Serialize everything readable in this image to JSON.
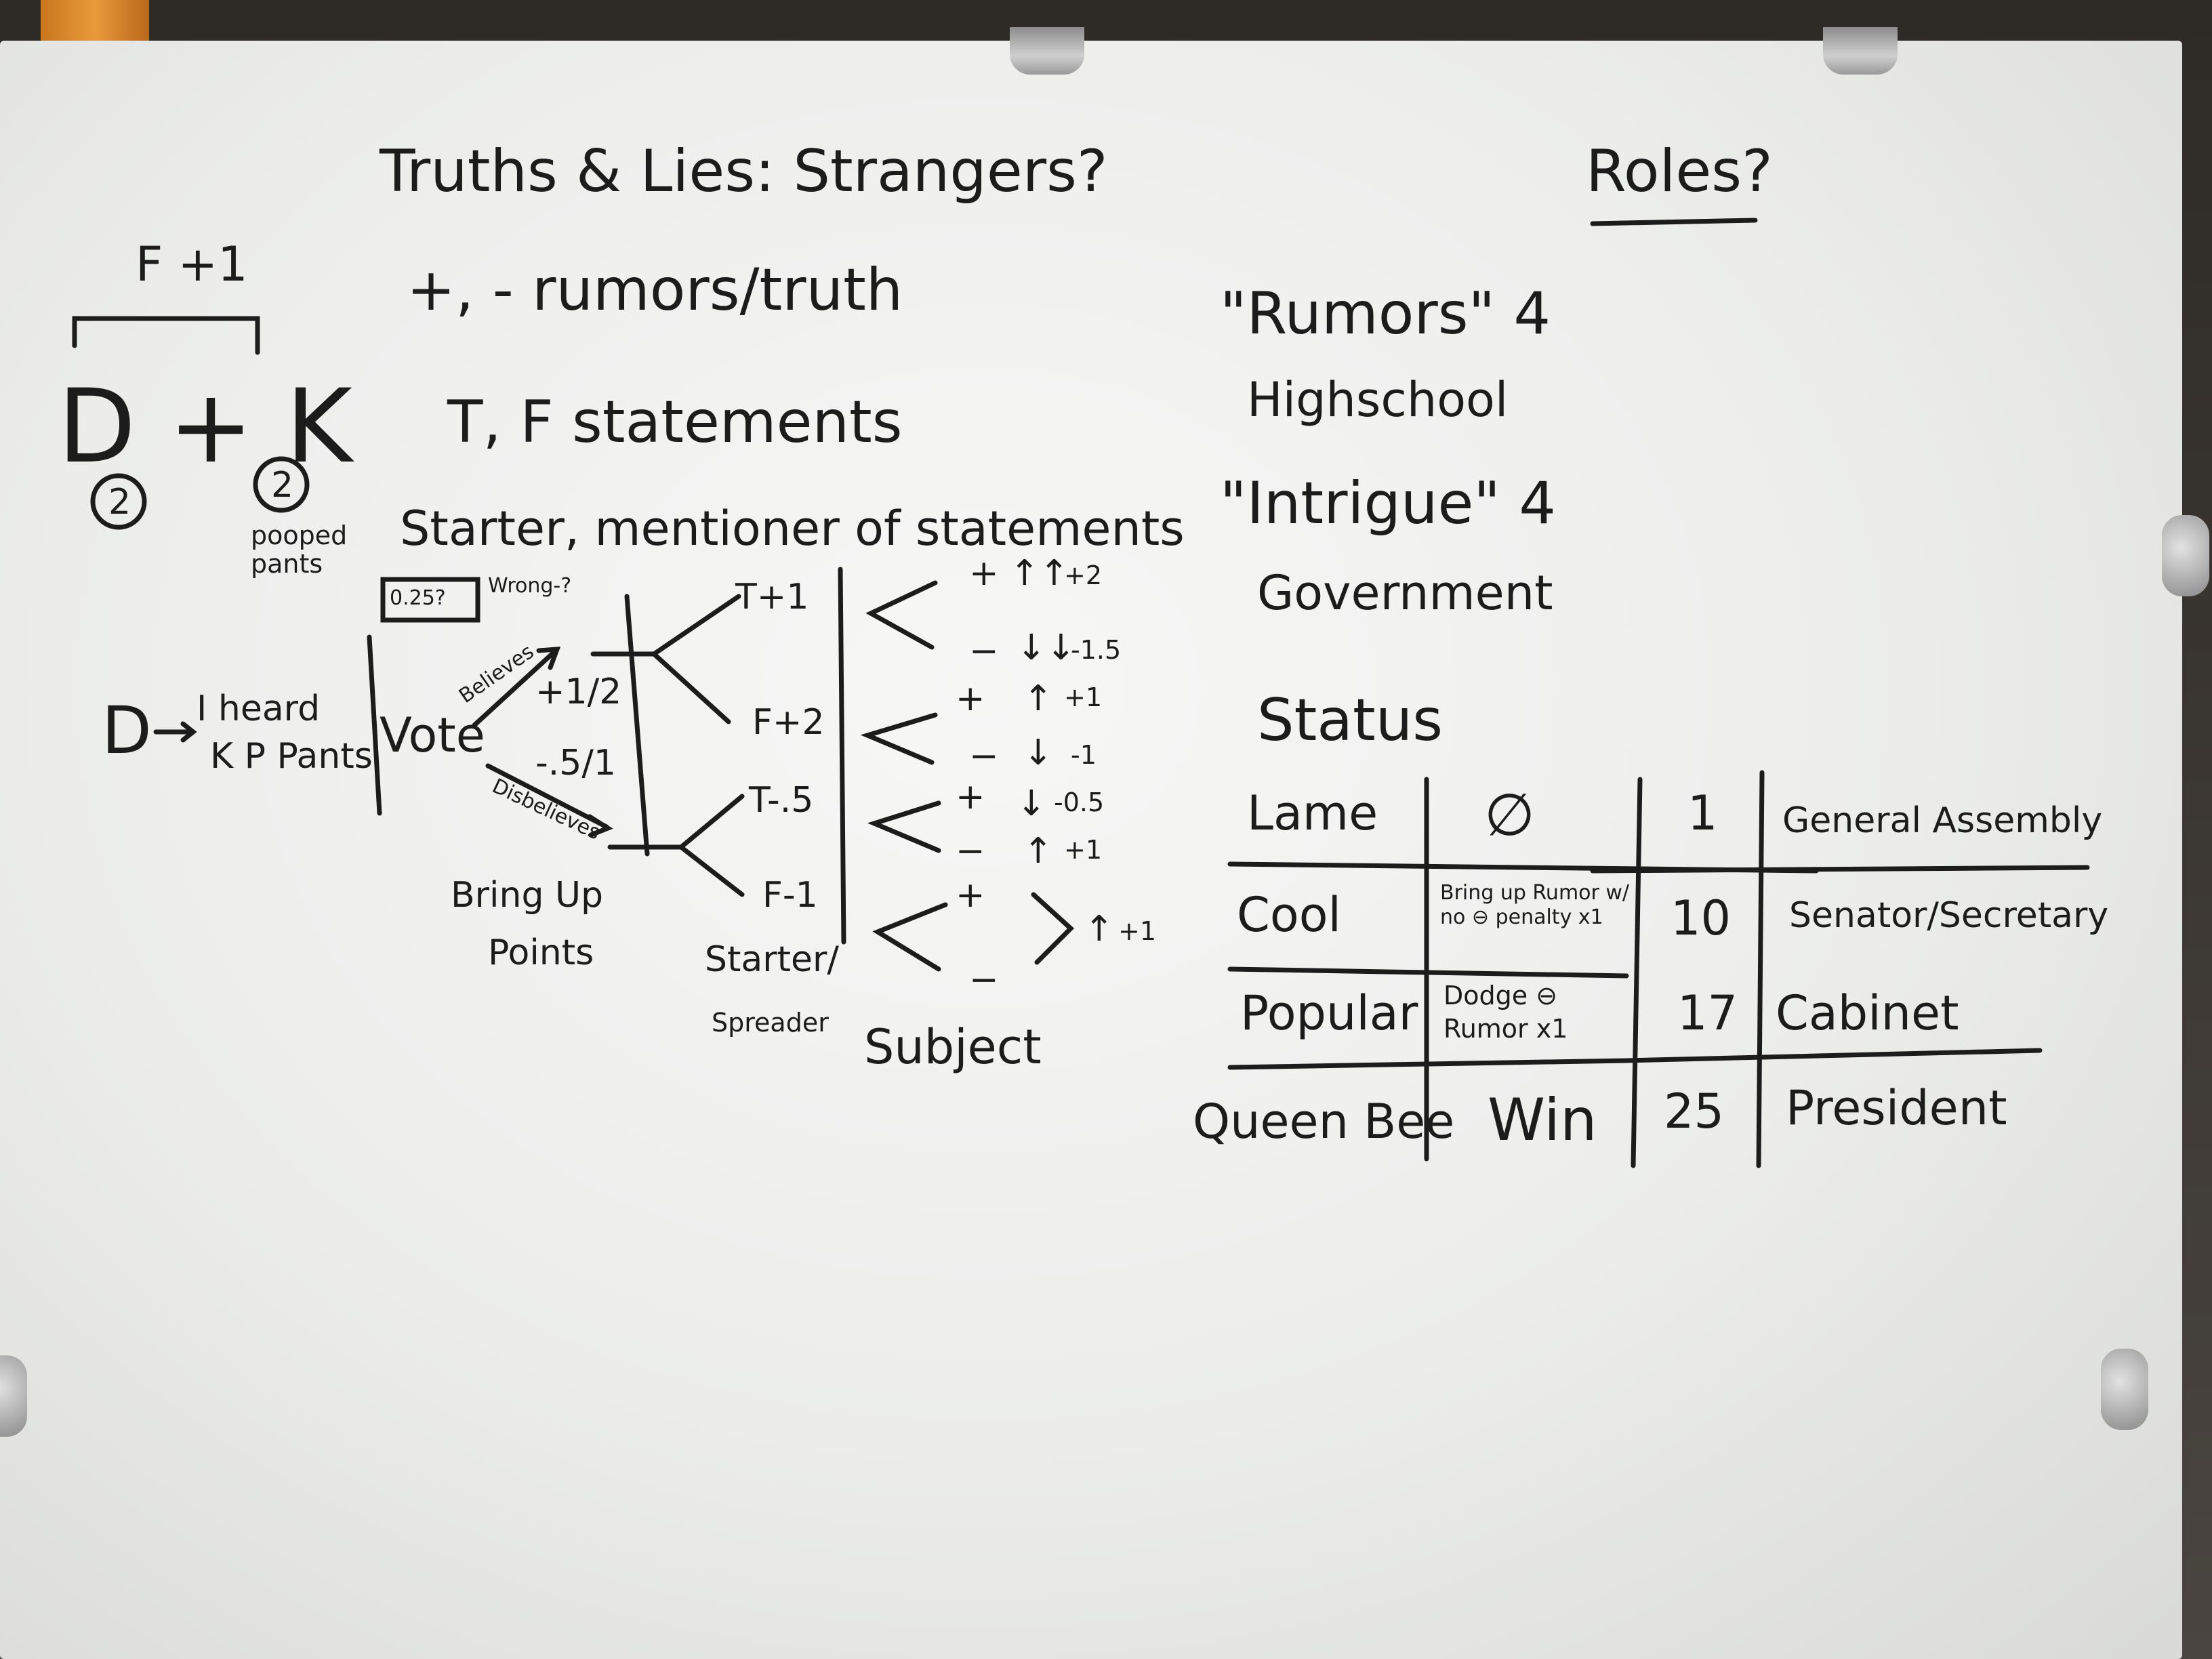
{
  "title": "Truths & Lies: Strangers?",
  "roles_heading": "Roles?",
  "line2": "+, - rumors/truth",
  "line3": "T, F statements",
  "line4": "Starter, mentioner of statements",
  "left": {
    "f_plus": "F +1",
    "d_and_k": "D + K",
    "d_count": "2",
    "k_count": "2",
    "pooped_pants": "pooped pants",
    "example_d": "D",
    "example_text_1": "I heard",
    "example_text_2": "K P Pants"
  },
  "tree": {
    "box_value": "0.25?",
    "wrong": "Wrong-?",
    "vote": "Vote",
    "believes": "Believes",
    "believe_points": "+1/2",
    "disbelieve_points": "-.5/1",
    "disbelieves": "Disbelieves",
    "bring_up_1": "Bring Up",
    "bring_up_2": "Points",
    "t_plus": "T+1",
    "f_plus": "F+2",
    "t_minus": "T-.5",
    "f_minus": "F-1",
    "starter_1": "Starter/",
    "starter_2": "Spreader",
    "subject": "Subject",
    "outcomes": [
      {
        "sign": "+",
        "arrow": "↑↑",
        "val": "+2"
      },
      {
        "sign": "−",
        "arrow": "↓↓",
        "val": "-1.5"
      },
      {
        "sign": "+",
        "arrow": "↑",
        "val": "+1"
      },
      {
        "sign": "−",
        "arrow": "↓",
        "val": "-1"
      },
      {
        "sign": "+",
        "arrow": "↓",
        "val": "-0.5"
      },
      {
        "sign": "−",
        "arrow": "↑",
        "val": "+1"
      },
      {
        "sign": "+",
        "arrow": "",
        "val": ""
      },
      {
        "sign": "−",
        "arrow": "↑",
        "val": "+1"
      }
    ]
  },
  "themes": {
    "rumors": "\"Rumors\" 4",
    "highschool": "Highschool",
    "intrigue": "\"Intrigue\" 4",
    "government": "Government"
  },
  "status": {
    "heading": "Status",
    "rows": [
      {
        "level": "Lame",
        "perk": "∅",
        "points": "1",
        "role": "General Assembly"
      },
      {
        "level": "Cool",
        "perk": "Bring up Rumor w/ no ⊖ penalty x1",
        "points": "10",
        "role": "Senator/Secretary"
      },
      {
        "level": "Popular",
        "perk": "Dodge ⊖ Rumor x1",
        "points": "17",
        "role": "Cabinet"
      },
      {
        "level": "Queen Bee",
        "perk": "Win",
        "points": "25",
        "role": "President"
      }
    ]
  },
  "colors": {
    "ink": "#1c1c1c",
    "board": "#f2f2f1"
  }
}
